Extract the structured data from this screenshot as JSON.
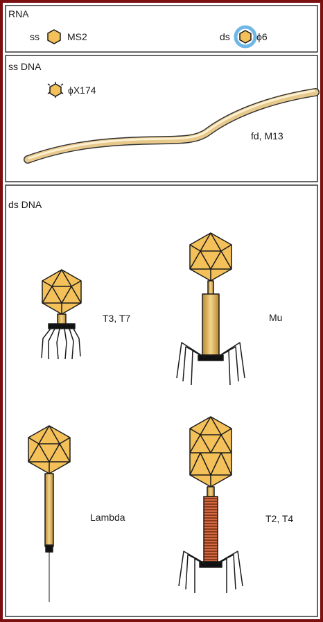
{
  "sections": {
    "rna": {
      "title": "RNA",
      "ss_label": "ss",
      "ss_virus": "MS2",
      "ds_label": "ds",
      "ds_virus": "ϕ6"
    },
    "ssdna": {
      "title": "ss DNA",
      "spherical_virus": "ϕX174",
      "filamentous_virus": "fd, M13"
    },
    "dsdna": {
      "title": "ds DNA",
      "phages": [
        {
          "name": "T3, T7"
        },
        {
          "name": "Mu"
        },
        {
          "name": "Lambda"
        },
        {
          "name": "T2, T4"
        }
      ]
    }
  },
  "colors": {
    "frame": "#7a1010",
    "panel_border": "#333333",
    "capsid_fill": "#f3c05a",
    "capsid_stroke": "#1a1a1a",
    "tail_fill": "#d9a842",
    "baseplate": "#111111",
    "sheath": "#b85a2e",
    "halo": "#6fb7e6"
  },
  "icons": [
    "icosahedral-capsid-icon",
    "spiked-capsid-icon",
    "filament-icon",
    "phage-icon"
  ]
}
